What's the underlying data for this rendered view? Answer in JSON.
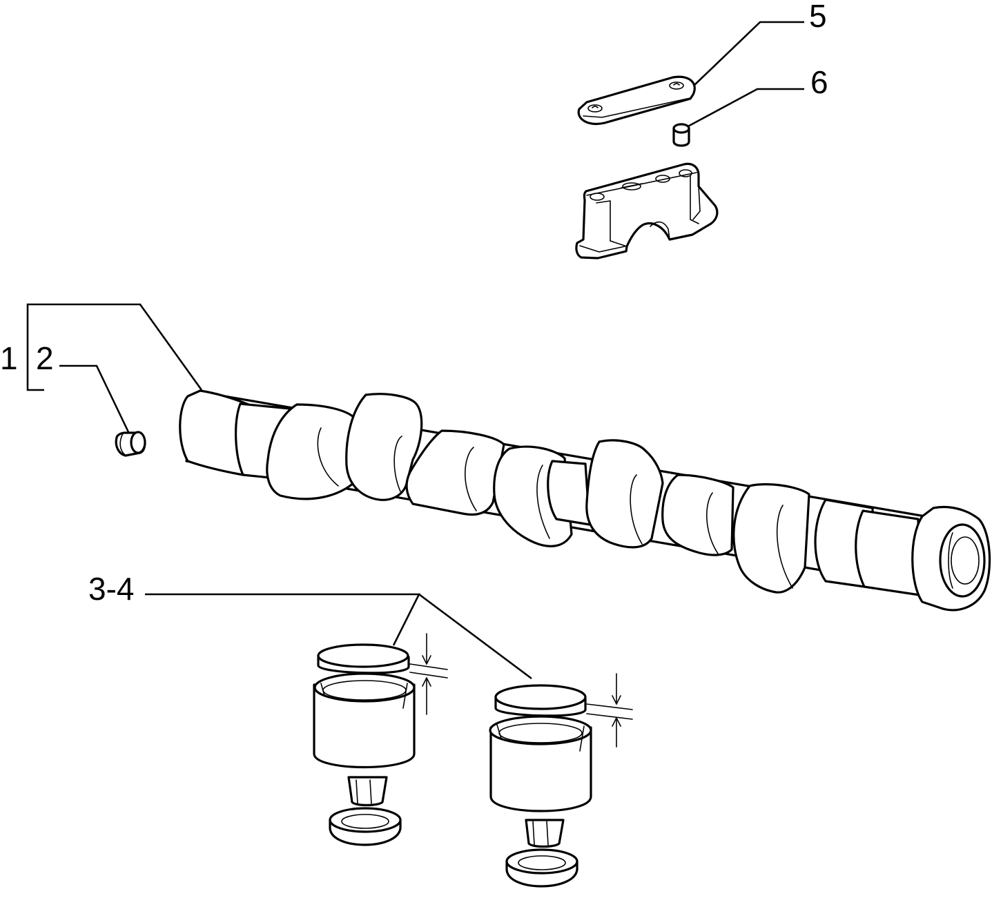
{
  "callouts": {
    "c1": "1",
    "c2": "2",
    "c34": "3-4",
    "c5": "5",
    "c6": "6"
  },
  "parts": [
    {
      "ref": "1",
      "name": "camshaft"
    },
    {
      "ref": "2",
      "name": "plug"
    },
    {
      "ref": "3-4",
      "name": "tappet-with-shim"
    },
    {
      "ref": "5",
      "name": "plate"
    },
    {
      "ref": "6",
      "name": "dowel"
    }
  ],
  "colors": {
    "line": "#000000",
    "background": "#ffffff"
  }
}
